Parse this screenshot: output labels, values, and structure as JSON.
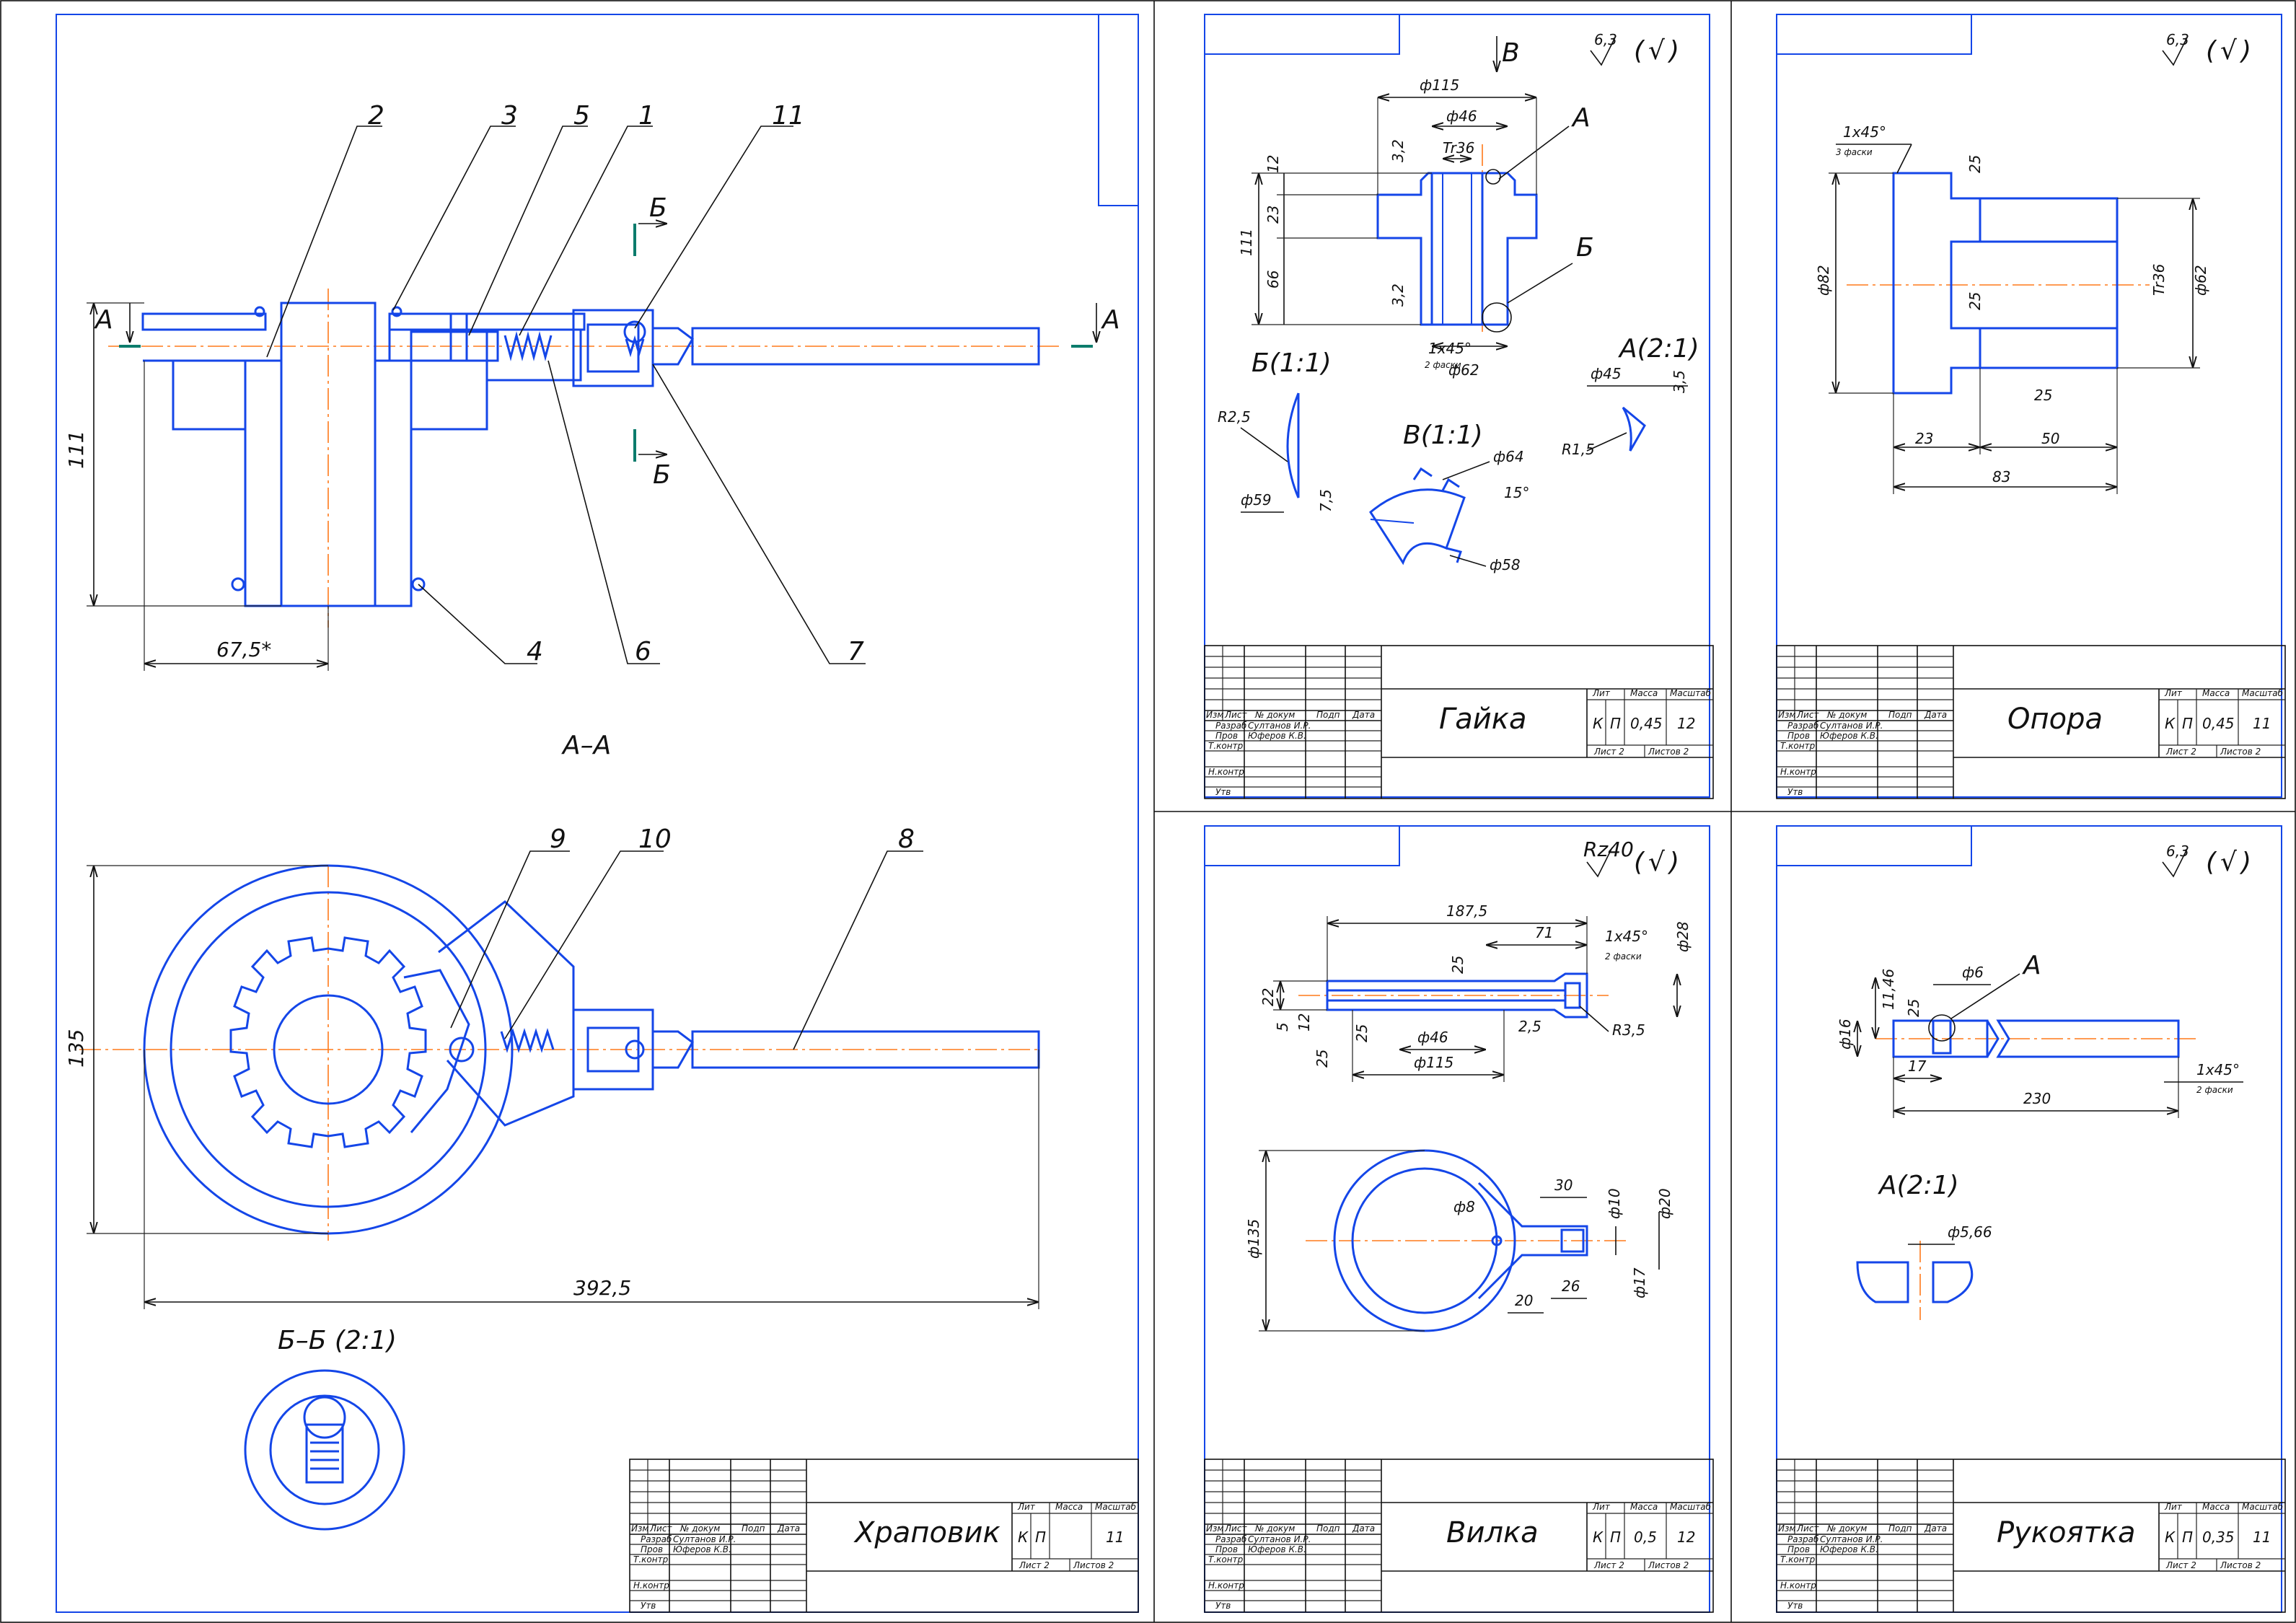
{
  "sheet1": {
    "section_aa": "А–А",
    "section_bb": "Б–Б (2:1)",
    "cut_a": "А",
    "cut_b": "Б",
    "balloons": [
      "2",
      "3",
      "5",
      "1",
      "11",
      "4",
      "6",
      "7",
      "9",
      "10",
      "8"
    ],
    "dims": {
      "height": "111",
      "offset": "67,5*",
      "width135": "135",
      "length": "392,5"
    },
    "title": "Храповик",
    "scale": "11"
  },
  "gaika": {
    "roughness": "6,3",
    "view_b": "В",
    "label_a": "А",
    "label_b": "Б",
    "d115": "ф115",
    "d46": "ф46",
    "tr36": "Tr36",
    "d62": "ф62",
    "h12": "12",
    "h23": "23",
    "h111": "111",
    "h66": "66",
    "r32a": "3,2",
    "r32b": "3,2",
    "chamfer": "1х45°",
    "chamfer_note": "2 фаски",
    "detail_b": "Б(1:1)",
    "detail_a": "А(2:1)",
    "detail_v": "В(1:1)",
    "r25": "R2,5",
    "d59": "ф59",
    "v75": "7,5",
    "d45": "ф45",
    "v35": "3,5",
    "r15": "R1,5",
    "d64": "ф64",
    "ang15": "15°",
    "d58": "ф58",
    "title": "Гайка",
    "mass": "0,45",
    "scale": "12"
  },
  "opora": {
    "roughness": "6,3",
    "chamfer": "1х45°",
    "chamfer_note": "3 фаски",
    "d82": "ф82",
    "tr36": "Tr36",
    "d62": "ф62",
    "r25a": "25",
    "r25b": "25",
    "r25c": "25",
    "l23": "23",
    "l50": "50",
    "l83": "83",
    "title": "Опора",
    "mass": "0,45",
    "scale": "11"
  },
  "vilka": {
    "roughness": "Rz40",
    "l1875": "187,5",
    "l71": "71",
    "chamfer": "1х45°",
    "chamfer_note": "2 фаски",
    "d28": "ф28",
    "h22": "22",
    "h5": "5",
    "h12": "12",
    "r25a": "25",
    "r25b": "25",
    "r25c": "25",
    "r25d": "2,5",
    "d46": "ф46",
    "d115": "ф115",
    "r35": "R3,5",
    "l30": "30",
    "d8": "ф8",
    "d10": "ф10",
    "d20": "ф20",
    "d135": "ф135",
    "d17": "ф17",
    "l20": "20",
    "l26": "26",
    "title": "Вилка",
    "mass": "0,5",
    "scale": "12"
  },
  "rukoyatka": {
    "roughness": "6,3",
    "label_a": "А",
    "d6": "ф6",
    "h1146": "11,46",
    "r25": "25",
    "d16": "ф16",
    "l17": "17",
    "l230": "230",
    "chamfer": "1х45°",
    "chamfer_note": "2 фаски",
    "detail_a": "А(2:1)",
    "d566": "ф5,66",
    "title": "Рукоятка",
    "mass": "0,35",
    "scale": "11"
  },
  "stamp": {
    "izm": "Изм",
    "list": "Лист",
    "ndoc": "№ докум",
    "podp": "Подп",
    "data": "Дата",
    "razrab": "Разраб",
    "prov": "Пров",
    "tkontr": "Т.контр",
    "nkontr": "Н.контр",
    "utv": "Утв",
    "dev_name": "Султанов И.Р.",
    "chk_name": "Юферов К.В.",
    "lit": "Лит",
    "massa": "Масса",
    "masshtab": "Масштаб",
    "k": "К",
    "p": "П",
    "list2": "Лист 2",
    "listov2": "Листов 2"
  }
}
